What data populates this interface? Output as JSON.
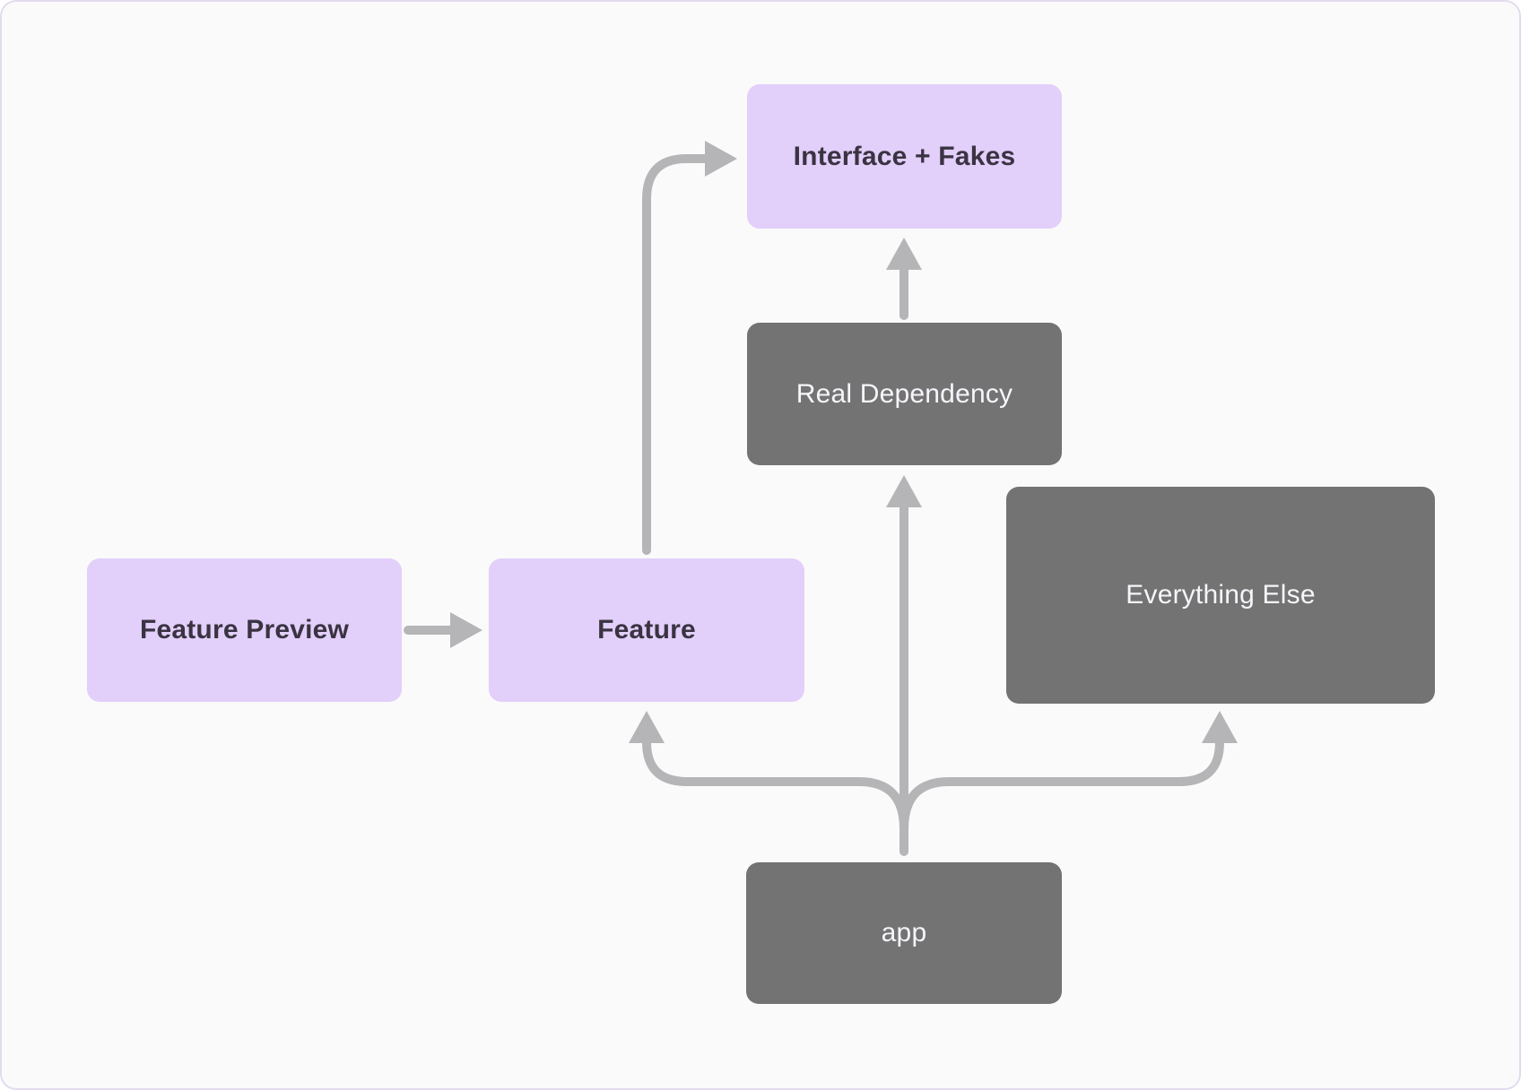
{
  "diagram": {
    "nodes": {
      "interface_fakes": {
        "label": "Interface + Fakes",
        "style": "purple"
      },
      "real_dependency": {
        "label": "Real Dependency",
        "style": "gray"
      },
      "everything_else": {
        "label": "Everything Else",
        "style": "gray"
      },
      "feature_preview": {
        "label": "Feature Preview",
        "style": "purple"
      },
      "feature": {
        "label": "Feature",
        "style": "purple"
      },
      "app": {
        "label": "app",
        "style": "gray"
      }
    },
    "edges": [
      {
        "from": "Feature Preview",
        "to": "Feature"
      },
      {
        "from": "Feature",
        "to": "Interface + Fakes"
      },
      {
        "from": "Real Dependency",
        "to": "Interface + Fakes"
      },
      {
        "from": "app",
        "to": "Real Dependency"
      },
      {
        "from": "app",
        "to": "Feature"
      },
      {
        "from": "app",
        "to": "Everything Else"
      }
    ],
    "colors": {
      "purple_node_bg": "#e2cffa",
      "purple_node_text": "#3a3342",
      "gray_node_bg": "#737373",
      "gray_node_text": "#f7f4fa",
      "arrow": "#b5b4b7",
      "canvas_bg": "#fafafa",
      "frame_border": "#e2dbee"
    }
  }
}
